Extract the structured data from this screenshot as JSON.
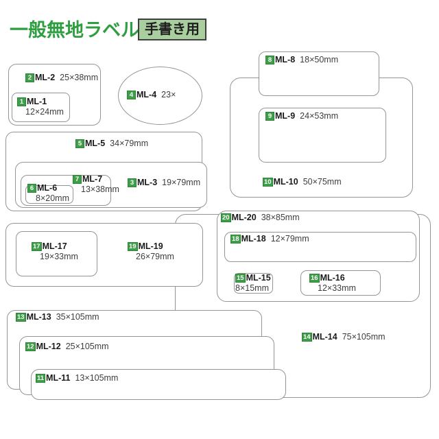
{
  "header": {
    "title": "一般無地ラベル",
    "tag": "手書き用"
  },
  "colors": {
    "title_green": "#2f9e41",
    "badge_green": "#3f9e49",
    "tag_background": "#a9cf9e",
    "shape_border": "#949494"
  },
  "labels": [
    {
      "num": "1",
      "name": "ML-1",
      "size": "12×24mm"
    },
    {
      "num": "2",
      "name": "ML-2",
      "size": "25×38mm"
    },
    {
      "num": "3",
      "name": "ML-3",
      "size": "19×79mm"
    },
    {
      "num": "4",
      "name": "ML-4",
      "size": "23×"
    },
    {
      "num": "5",
      "name": "ML-5",
      "size": "34×79mm"
    },
    {
      "num": "6",
      "name": "ML-6",
      "size": "8×20mm"
    },
    {
      "num": "7",
      "name": "ML-7",
      "size": "13×38mm"
    },
    {
      "num": "8",
      "name": "ML-8",
      "size": "18×50mm"
    },
    {
      "num": "9",
      "name": "ML-9",
      "size": "24×53mm"
    },
    {
      "num": "10",
      "name": "ML-10",
      "size": "50×75mm"
    },
    {
      "num": "11",
      "name": "ML-11",
      "size": "13×105mm"
    },
    {
      "num": "12",
      "name": "ML-12",
      "size": "25×105mm"
    },
    {
      "num": "13",
      "name": "ML-13",
      "size": "35×105mm"
    },
    {
      "num": "14",
      "name": "ML-14",
      "size": "75×105mm"
    },
    {
      "num": "15",
      "name": "ML-15",
      "size": "8×15mm"
    },
    {
      "num": "16",
      "name": "ML-16",
      "size": "12×33mm"
    },
    {
      "num": "17",
      "name": "ML-17",
      "size": "19×33mm"
    },
    {
      "num": "18",
      "name": "ML-18",
      "size": "12×79mm"
    },
    {
      "num": "19",
      "name": "ML-19",
      "size": "26×79mm"
    },
    {
      "num": "20",
      "name": "ML-20",
      "size": "38×85mm"
    }
  ]
}
